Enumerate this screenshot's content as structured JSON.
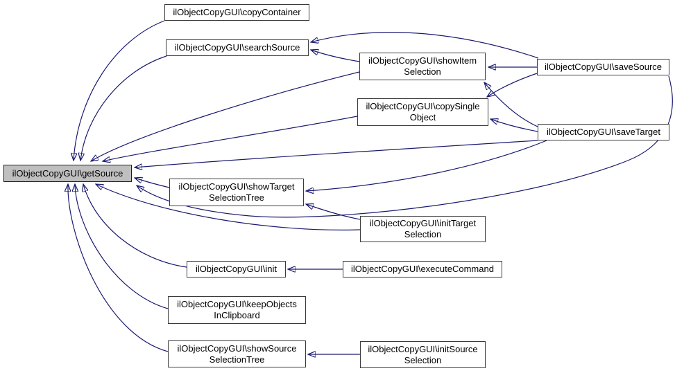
{
  "diagram": {
    "type": "call-graph",
    "tool_style": "doxygen-caller-graph",
    "focus_node": "ilObjectCopyGUI\\getSource",
    "colors": {
      "edge": "#191970",
      "node_border": "#3a3a3a",
      "node_fill": "#ffffff",
      "focus_node_fill": "#bfbfbf",
      "text": "#000000",
      "background": "#ffffff"
    },
    "nodes": [
      {
        "id": "copyContainer",
        "label": "ilObjectCopyGUI\\copyContainer"
      },
      {
        "id": "searchSource",
        "label": "ilObjectCopyGUI\\searchSource"
      },
      {
        "id": "showItemSelection",
        "label": "ilObjectCopyGUI\\showItem\nSelection"
      },
      {
        "id": "saveSource",
        "label": "ilObjectCopyGUI\\saveSource"
      },
      {
        "id": "copySingleObject",
        "label": "ilObjectCopyGUI\\copySingle\nObject"
      },
      {
        "id": "saveTarget",
        "label": "ilObjectCopyGUI\\saveTarget"
      },
      {
        "id": "getSource",
        "label": "ilObjectCopyGUI\\getSource",
        "focus": true
      },
      {
        "id": "showTargetSelectionTree",
        "label": "ilObjectCopyGUI\\showTarget\nSelectionTree"
      },
      {
        "id": "initTargetSelection",
        "label": "ilObjectCopyGUI\\initTarget\nSelection"
      },
      {
        "id": "init",
        "label": "ilObjectCopyGUI\\init"
      },
      {
        "id": "executeCommand",
        "label": "ilObjectCopyGUI\\executeCommand"
      },
      {
        "id": "keepObjectsInClipboard",
        "label": "ilObjectCopyGUI\\keepObjects\nInClipboard"
      },
      {
        "id": "showSourceSelectionTree",
        "label": "ilObjectCopyGUI\\showSource\nSelectionTree"
      },
      {
        "id": "initSourceSelection",
        "label": "ilObjectCopyGUI\\initSource\nSelection"
      }
    ],
    "edges": [
      {
        "from": "copyContainer",
        "to": "getSource"
      },
      {
        "from": "searchSource",
        "to": "getSource"
      },
      {
        "from": "showItemSelection",
        "to": "getSource"
      },
      {
        "from": "copySingleObject",
        "to": "getSource"
      },
      {
        "from": "saveSource",
        "to": "getSource"
      },
      {
        "from": "saveTarget",
        "to": "getSource"
      },
      {
        "from": "showTargetSelectionTree",
        "to": "getSource"
      },
      {
        "from": "initTargetSelection",
        "to": "getSource"
      },
      {
        "from": "init",
        "to": "getSource"
      },
      {
        "from": "keepObjectsInClipboard",
        "to": "getSource"
      },
      {
        "from": "showSourceSelectionTree",
        "to": "getSource"
      },
      {
        "from": "showItemSelection",
        "to": "searchSource"
      },
      {
        "from": "saveSource",
        "to": "searchSource"
      },
      {
        "from": "saveSource",
        "to": "showItemSelection"
      },
      {
        "from": "saveSource",
        "to": "copySingleObject"
      },
      {
        "from": "saveTarget",
        "to": "showItemSelection"
      },
      {
        "from": "saveTarget",
        "to": "copySingleObject"
      },
      {
        "from": "saveTarget",
        "to": "showTargetSelectionTree"
      },
      {
        "from": "initTargetSelection",
        "to": "showTargetSelectionTree"
      },
      {
        "from": "executeCommand",
        "to": "init"
      },
      {
        "from": "initSourceSelection",
        "to": "showSourceSelectionTree"
      }
    ]
  }
}
